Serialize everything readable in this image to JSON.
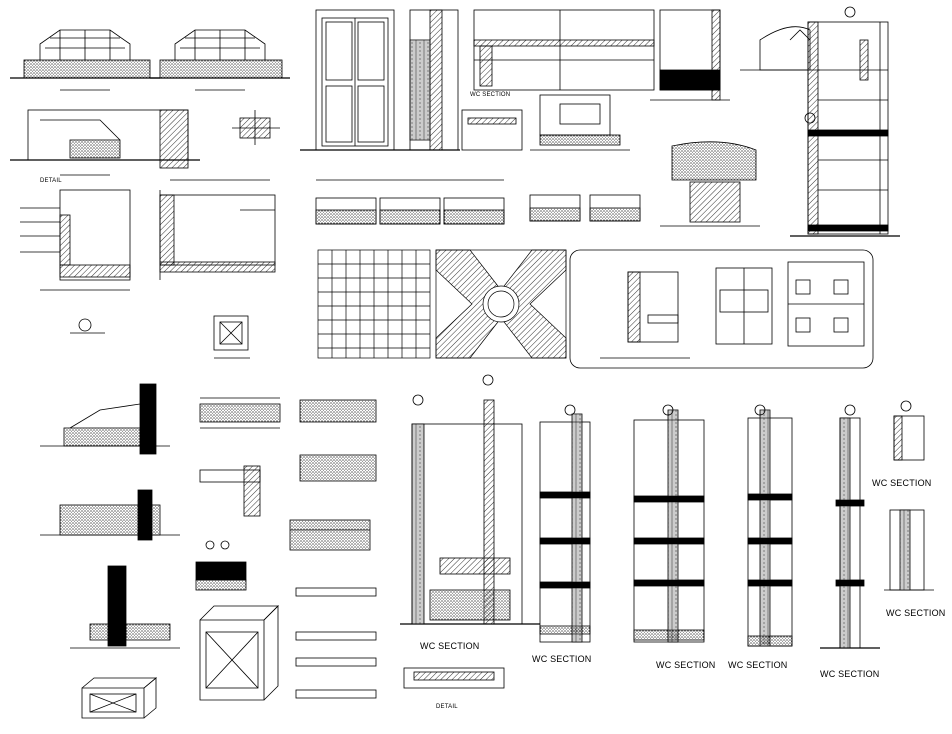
{
  "sheet": {
    "background": "#ffffff",
    "ink": "#000000"
  },
  "labels": {
    "detail_a": "DETAIL",
    "detail_b": "DETAIL",
    "section_1": "WC SECTION",
    "section_2": "WC SECTION",
    "section_3": "WC SECTION",
    "section_4": "WC SECTION",
    "section_5": "WC SECTION",
    "section_6": "WC SECTION",
    "section_7": "WC SECTION",
    "section_8": "WC SECTION"
  }
}
